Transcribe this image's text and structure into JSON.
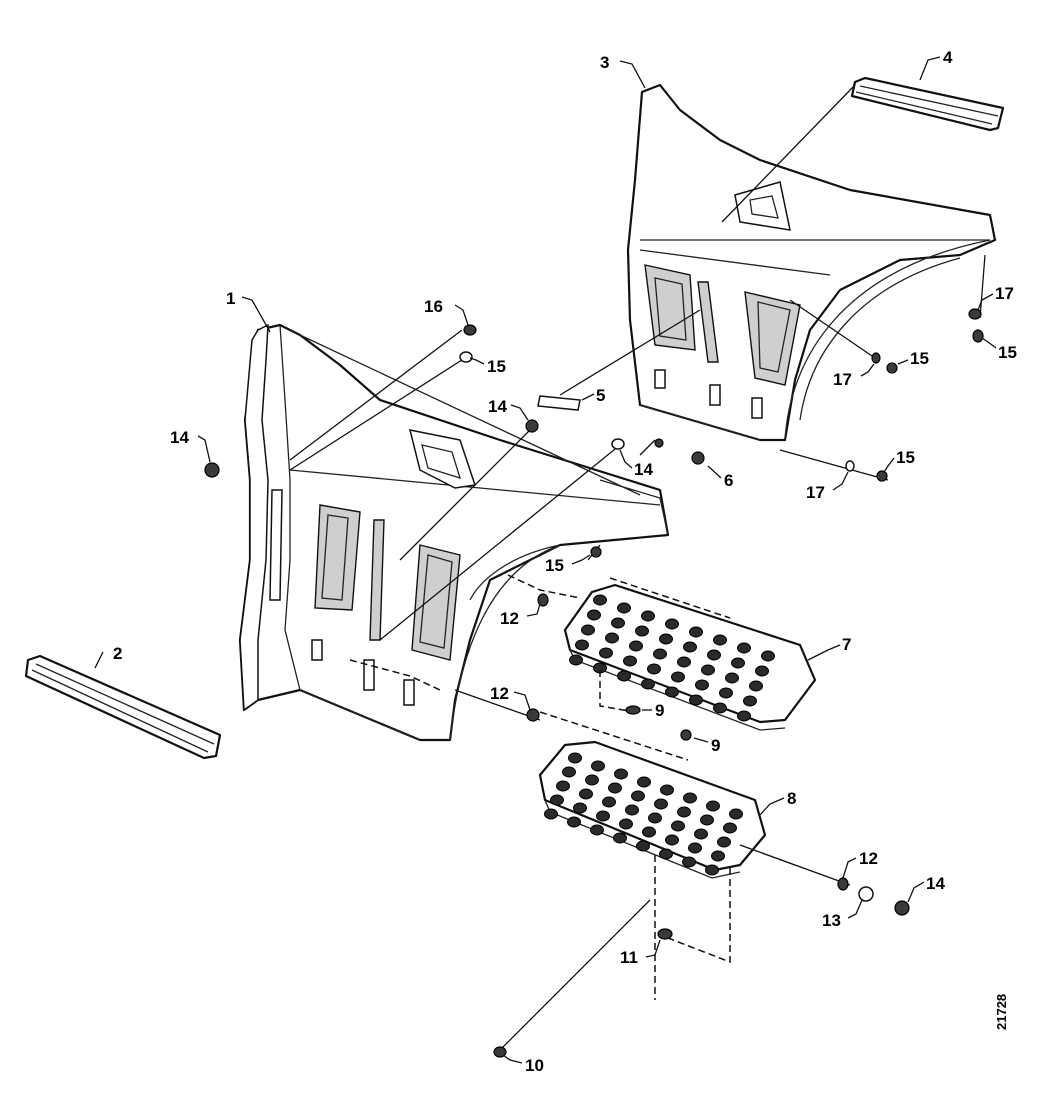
{
  "callouts": [
    {
      "id": "c1",
      "label": "1"
    },
    {
      "id": "c2",
      "label": "2"
    },
    {
      "id": "c3",
      "label": "3"
    },
    {
      "id": "c4",
      "label": "4"
    },
    {
      "id": "c5",
      "label": "5"
    },
    {
      "id": "c6",
      "label": "6"
    },
    {
      "id": "c7",
      "label": "7"
    },
    {
      "id": "c8",
      "label": "8"
    },
    {
      "id": "c9a",
      "label": "9"
    },
    {
      "id": "c9b",
      "label": "9"
    },
    {
      "id": "c10",
      "label": "10"
    },
    {
      "id": "c11",
      "label": "11"
    },
    {
      "id": "c12a",
      "label": "12"
    },
    {
      "id": "c12b",
      "label": "12"
    },
    {
      "id": "c12c",
      "label": "12"
    },
    {
      "id": "c13",
      "label": "13"
    },
    {
      "id": "c14a",
      "label": "14"
    },
    {
      "id": "c14b",
      "label": "14"
    },
    {
      "id": "c14c",
      "label": "14"
    },
    {
      "id": "c14d",
      "label": "14"
    },
    {
      "id": "c15a",
      "label": "15"
    },
    {
      "id": "c15b",
      "label": "15"
    },
    {
      "id": "c15c",
      "label": "15"
    },
    {
      "id": "c15d",
      "label": "15"
    },
    {
      "id": "c15e",
      "label": "15"
    },
    {
      "id": "c16",
      "label": "16"
    },
    {
      "id": "c17a",
      "label": "17"
    },
    {
      "id": "c17b",
      "label": "17"
    },
    {
      "id": "c17c",
      "label": "17"
    }
  ],
  "figure_code": "21728"
}
